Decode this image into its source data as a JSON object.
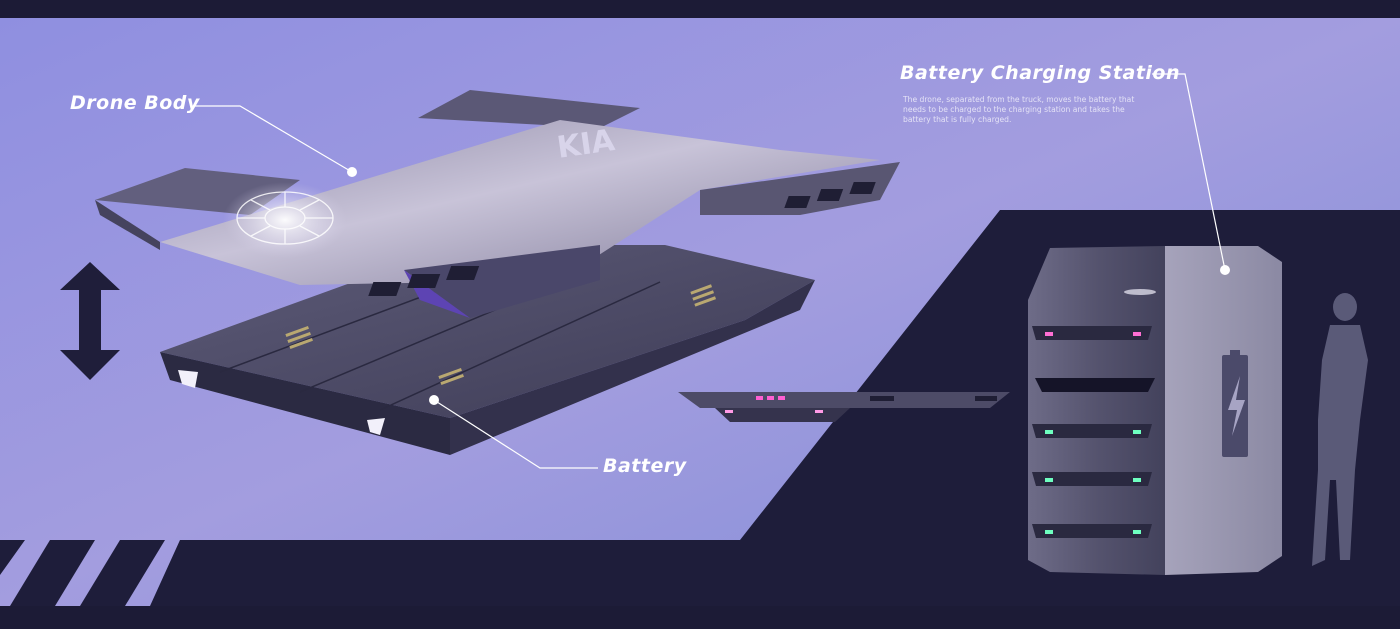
{
  "labels": {
    "drone_body": "Drone Body",
    "battery": "Battery",
    "charging_station": "Battery Charging Station"
  },
  "description": "The drone, separated from the truck, moves the battery that needs to be charged to the charging station and takes the battery that is fully charged.",
  "logo_text": "KIA",
  "icons": {
    "arrow": "double-vertical-arrow-icon",
    "charge": "lightning-bolt-icon"
  },
  "colors": {
    "dark_navy": "#1c1b36",
    "lavender_sky": "#9b98e0",
    "glow_pink": "#ff5fd2",
    "glow_green": "#6effc0"
  }
}
